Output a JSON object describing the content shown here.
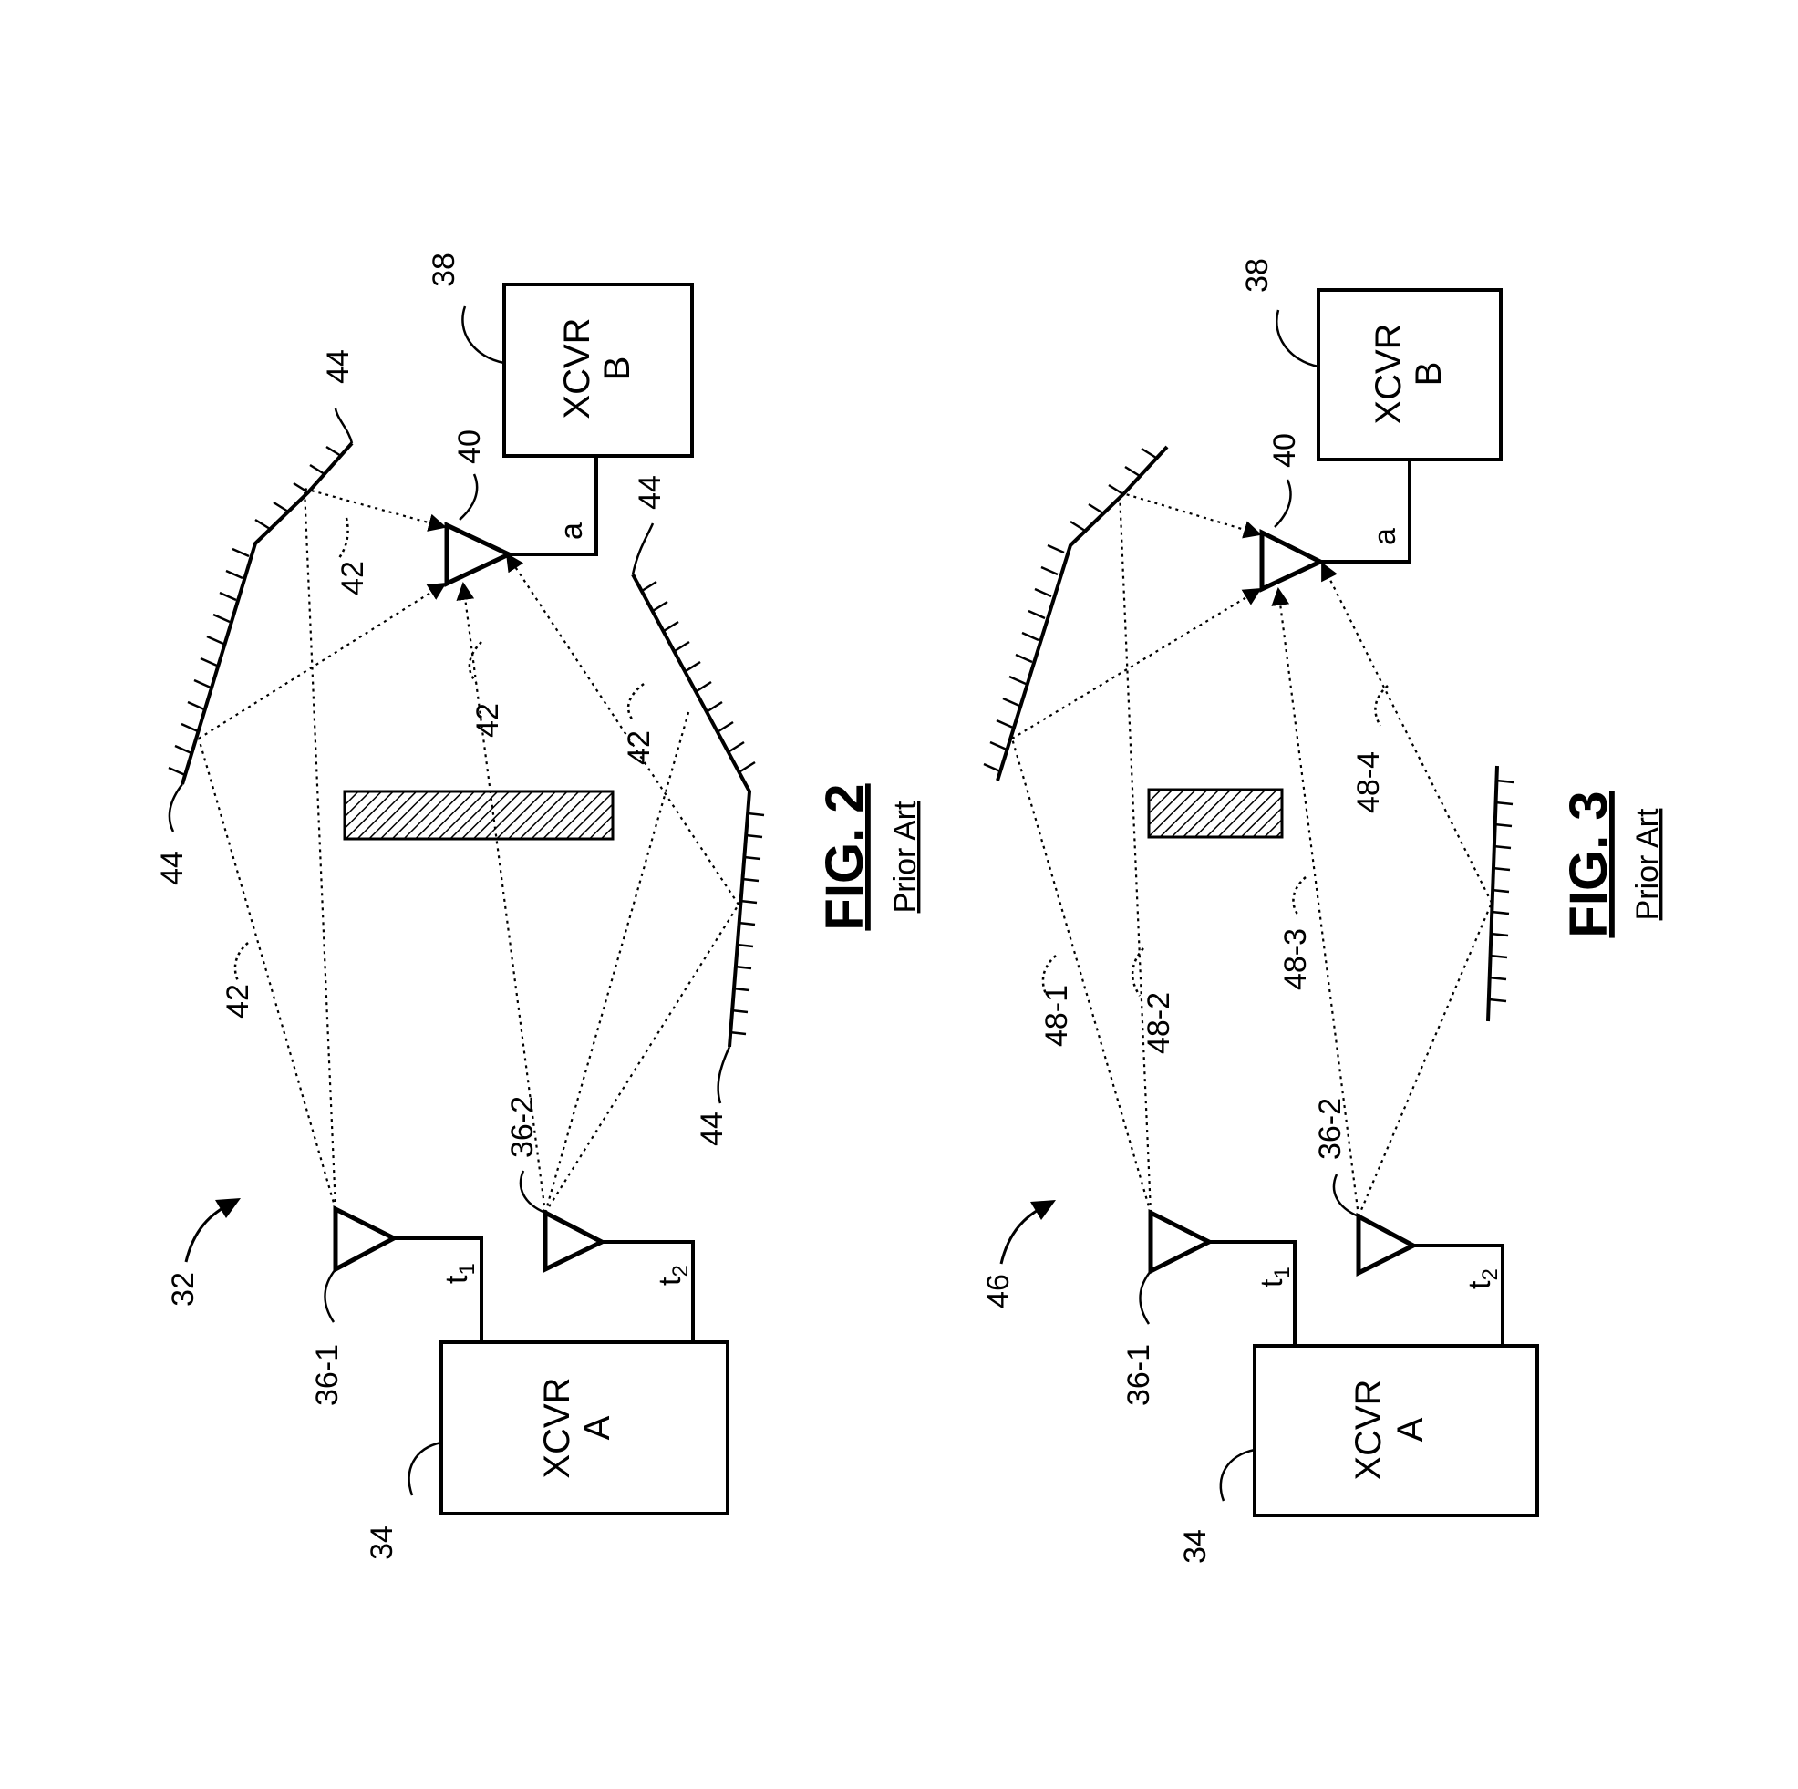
{
  "fig2": {
    "figure_label": "FIG. 2",
    "prior_art": "Prior Art",
    "system_ref": "32",
    "xcvr_a_line1": "XCVR",
    "xcvr_a_line2": "A",
    "xcvr_a_ref": "34",
    "xcvr_b_line1": "XCVR",
    "xcvr_b_line2": "B",
    "xcvr_b_ref": "38",
    "antenna1_ref": "36-1",
    "antenna2_ref": "36-2",
    "receive_antenna_ref": "40",
    "terminal_t1": "t",
    "terminal_t1_sub": "1",
    "terminal_t2": "t",
    "terminal_t2_sub": "2",
    "terminal_a": "a",
    "path_ref": "42",
    "reflector_ref": "44"
  },
  "fig3": {
    "figure_label": "FIG. 3",
    "prior_art": "Prior Art",
    "system_ref": "46",
    "xcvr_a_line1": "XCVR",
    "xcvr_a_line2": "A",
    "xcvr_a_ref": "34",
    "xcvr_b_line1": "XCVR",
    "xcvr_b_line2": "B",
    "xcvr_b_ref": "38",
    "antenna1_ref": "36-1",
    "antenna2_ref": "36-2",
    "receive_antenna_ref": "40",
    "terminal_t1": "t",
    "terminal_t1_sub": "1",
    "terminal_t2": "t",
    "terminal_t2_sub": "2",
    "terminal_a": "a",
    "path1_ref": "48-1",
    "path2_ref": "48-2",
    "path3_ref": "48-3",
    "path4_ref": "48-4"
  }
}
